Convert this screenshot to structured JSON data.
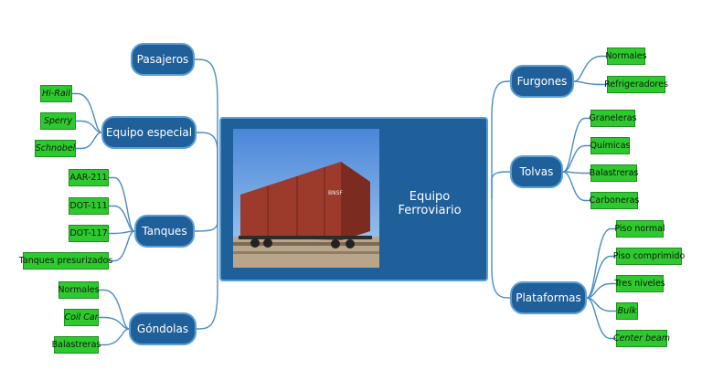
{
  "center": {
    "title": "Equipo Ferroviario",
    "image": "boxcar-photo"
  },
  "left_branches": [
    {
      "label": "Pasajeros",
      "leaves": []
    },
    {
      "label": "Equipo especial",
      "leaves": [
        {
          "label": "Hi-Rail",
          "italic": true
        },
        {
          "label": "Sperry",
          "italic": true
        },
        {
          "label": "Schnobel",
          "italic": true
        }
      ]
    },
    {
      "label": "Tanques",
      "leaves": [
        {
          "label": "AAR-211",
          "italic": false
        },
        {
          "label": "DOT-111",
          "italic": false
        },
        {
          "label": "DOT-117",
          "italic": false
        },
        {
          "label": "Tanques presurizados",
          "italic": false
        }
      ]
    },
    {
      "label": "Góndolas",
      "leaves": [
        {
          "label": "Normales",
          "italic": false
        },
        {
          "label": "Coil Car",
          "italic": true
        },
        {
          "label": "Balastreras",
          "italic": false
        }
      ]
    }
  ],
  "right_branches": [
    {
      "label": "Furgones",
      "leaves": [
        {
          "label": "Normales",
          "italic": false
        },
        {
          "label": "Refrigeradores",
          "italic": false
        }
      ]
    },
    {
      "label": "Tolvas",
      "leaves": [
        {
          "label": "Graneleras",
          "italic": false
        },
        {
          "label": "Químicas",
          "italic": false
        },
        {
          "label": "Balastreras",
          "italic": false
        },
        {
          "label": "Carboneras",
          "italic": false
        }
      ]
    },
    {
      "label": "Plataformas",
      "leaves": [
        {
          "label": "Piso normal",
          "italic": false
        },
        {
          "label": "Piso comprimido",
          "italic": false
        },
        {
          "label": "Tres niveles",
          "italic": false
        },
        {
          "label": "Bulk",
          "italic": true
        },
        {
          "label": "Center beam",
          "italic": true
        }
      ]
    }
  ],
  "colors": {
    "node_fill": "#1f5f9a",
    "node_border": "#5aa0d6",
    "leaf_fill": "#2ec92e",
    "connector": "#4a8cc4"
  }
}
